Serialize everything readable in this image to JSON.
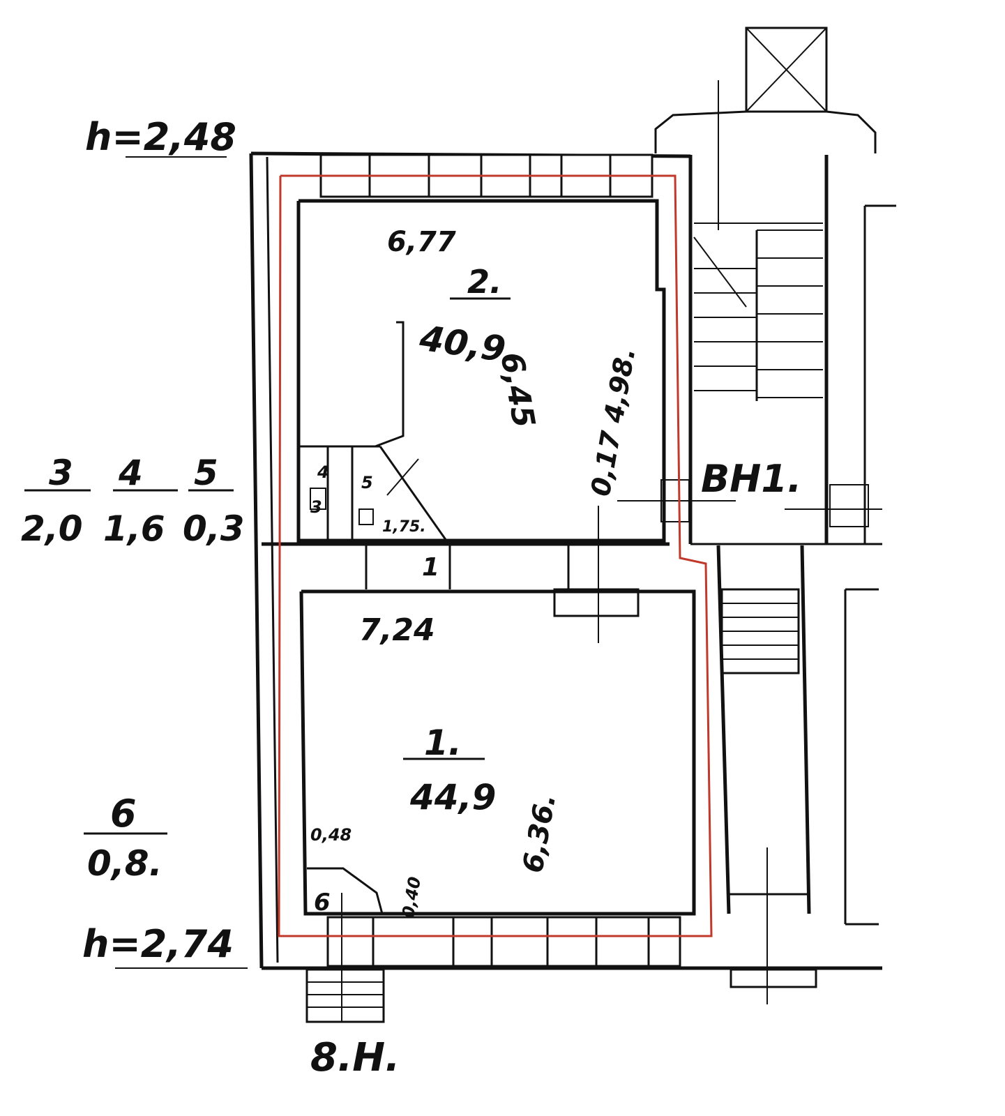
{
  "colors": {
    "ink": "#111111",
    "boundary": "#c0392b",
    "paper": "#ffffff"
  },
  "heights": {
    "top": "h=2,48",
    "bottom": "h=2,74"
  },
  "rooms": {
    "room_2": {
      "number": "2.",
      "area": "40,9"
    },
    "room_1": {
      "number": "1.",
      "area": "44,9"
    },
    "room_3": {
      "number": "3",
      "area": "2,0"
    },
    "room_4": {
      "number": "4",
      "area": "1,6"
    },
    "room_5": {
      "number": "5",
      "area": "0,3"
    },
    "room_6": {
      "number": "6",
      "area": "0,8."
    }
  },
  "dimensions": {
    "room2_top": "6,77",
    "room2_depth": "6,45",
    "room2_right": "0,17 4,98.",
    "room1_top": "7,24",
    "room1_depth": "6,36.",
    "closet_width": "1,75.",
    "small_a": "0,48",
    "small_b": "0,40"
  },
  "entrances": {
    "bottom": "8.Н.",
    "stair": "ВН1."
  },
  "small_marks": {
    "m4": "4",
    "m3": "3",
    "m5": "5",
    "m6": "6",
    "mark1": "1"
  }
}
